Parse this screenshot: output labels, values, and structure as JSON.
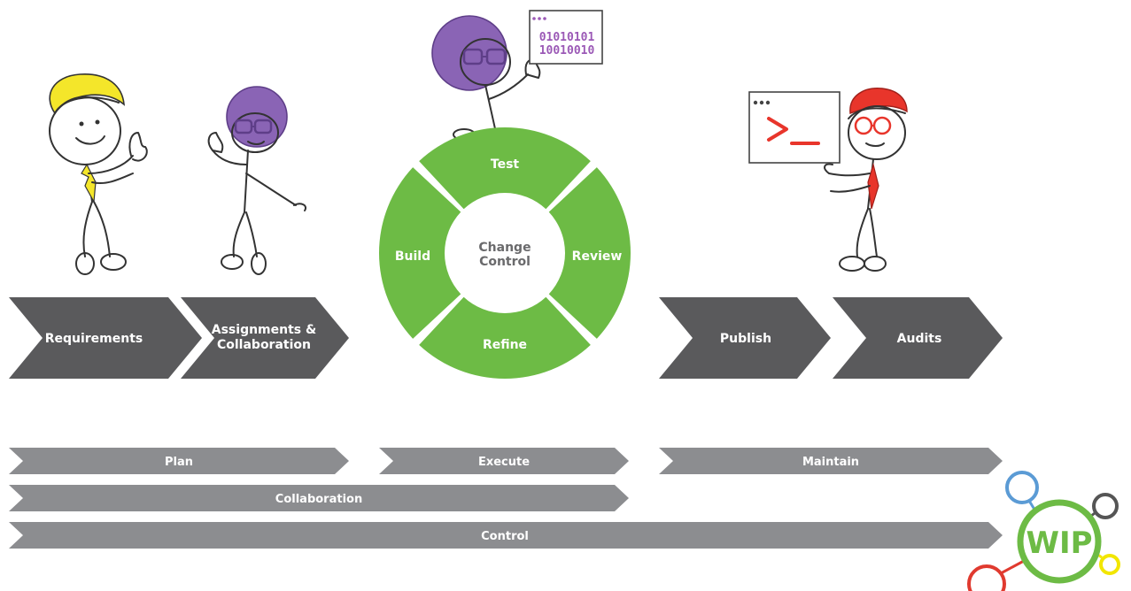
{
  "colors": {
    "chevron": "#5a5a5c",
    "bar": "#8c8d90",
    "cycle": "#6dbb45",
    "wip_green": "#6dbb45",
    "wip_blue": "#5b9bd5",
    "wip_red": "#e03a2f",
    "wip_yellow": "#f2e600",
    "wip_gray": "#555555",
    "hair_yellow": "#f4e62a",
    "hair_purple": "#8a64b5",
    "hair_red": "#e8352b",
    "code_purple": "#9b59b6"
  },
  "steps": {
    "requirements": "Requirements",
    "assignments_line1": "Assignments &",
    "assignments_line2": "Collaboration",
    "publish": "Publish",
    "audits": "Audits"
  },
  "cycle": {
    "center_line1": "Change",
    "center_line2": "Control",
    "test": "Test",
    "review": "Review",
    "refine": "Refine",
    "build": "Build"
  },
  "phases": {
    "plan": "Plan",
    "execute": "Execute",
    "maintain": "Maintain",
    "collaboration": "Collaboration",
    "control": "Control"
  },
  "badge": {
    "label": "WIP"
  },
  "code_panel": {
    "line1": "01010101",
    "line2": "10010010"
  },
  "terminal_panel": {
    "prompt": ">_"
  }
}
